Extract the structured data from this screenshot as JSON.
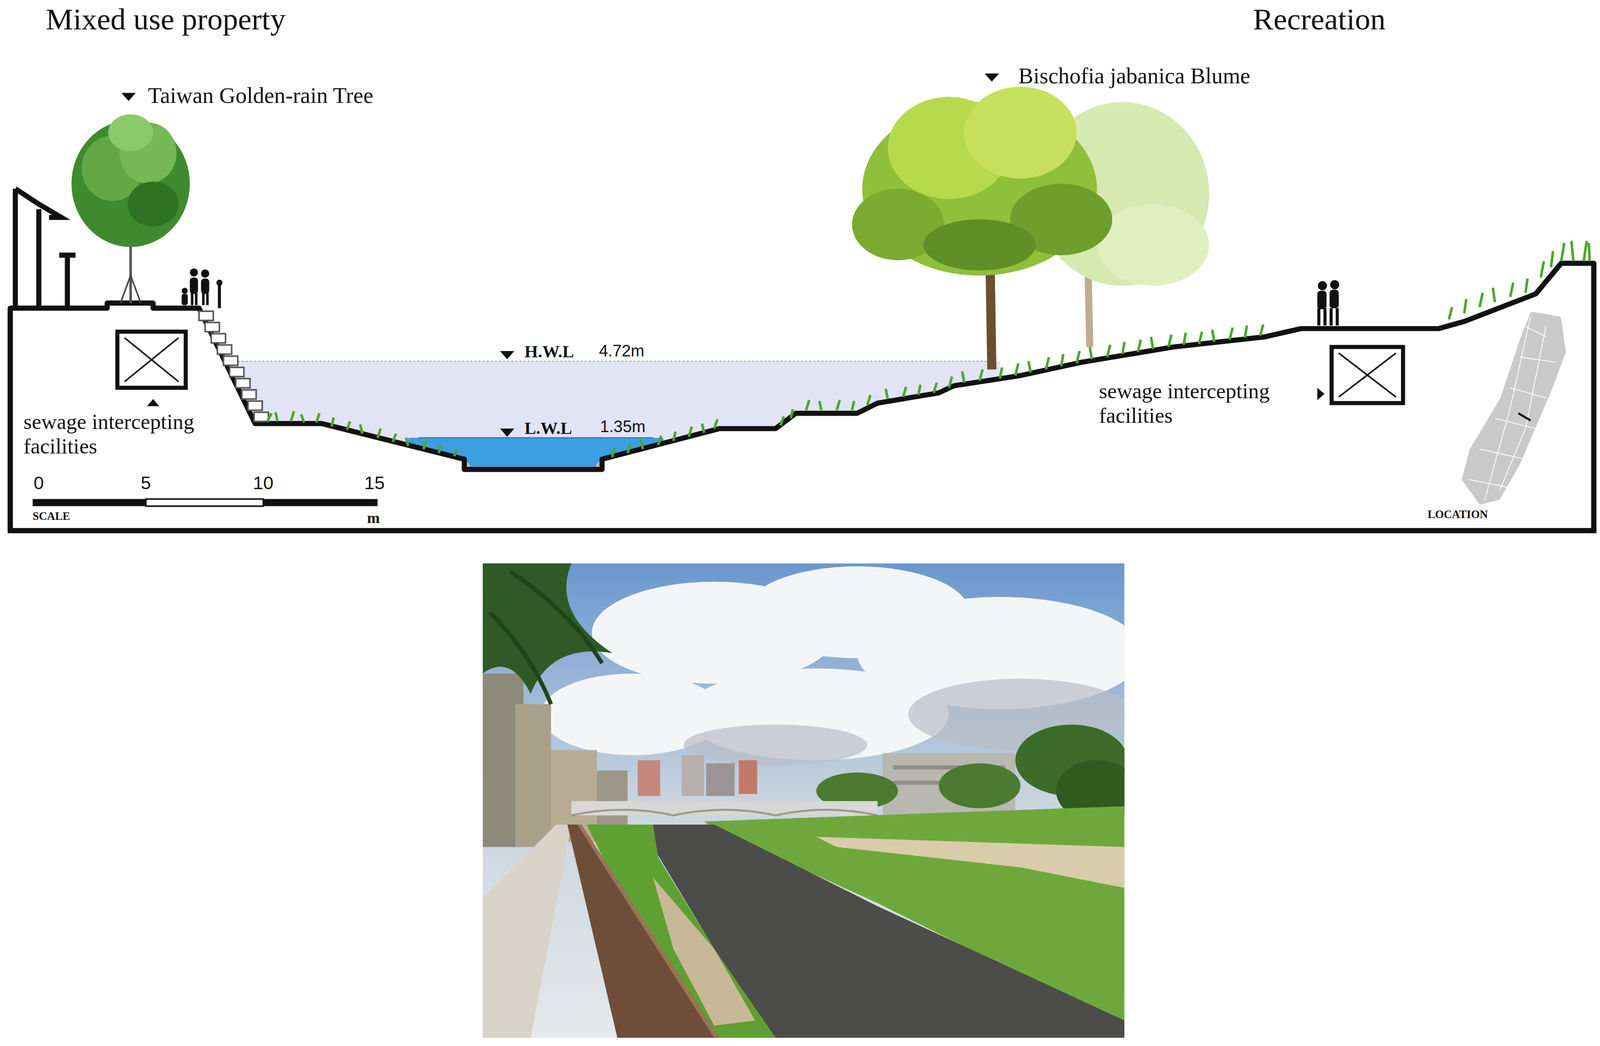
{
  "diagram": {
    "labels": [
      "Mixed use property",
      "Recreation",
      "Taiwan Golden-rain Tree",
      "Bischofia jabanica Blume",
      "H.W.L",
      "4.72m",
      "L.W.L",
      "1.35m",
      "sewage intercepting facilities",
      "sewage intercepting facilities",
      "0",
      "5",
      "10",
      "15",
      "SCALE",
      "m",
      "LOCATION"
    ]
  }
}
